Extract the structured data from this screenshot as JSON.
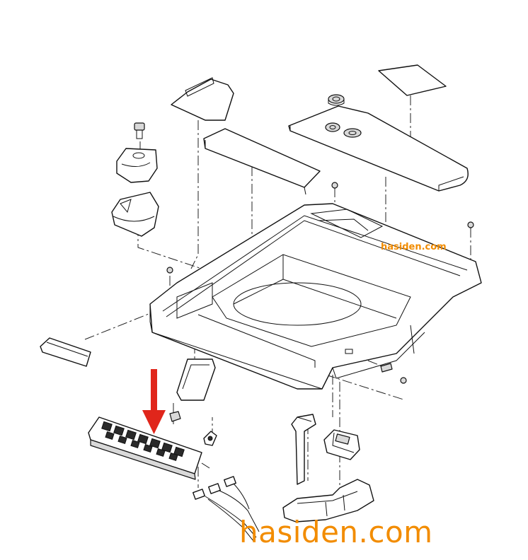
{
  "watermarks": {
    "small": "hasiden.com",
    "large": "hasiden.com"
  },
  "colors": {
    "watermark": "#f28c00",
    "arrow": "#e0261b",
    "line": "#111111",
    "background": "#ffffff"
  },
  "indicator": {
    "icon": "arrow-down-icon",
    "points_to": "switch-board-connector"
  }
}
